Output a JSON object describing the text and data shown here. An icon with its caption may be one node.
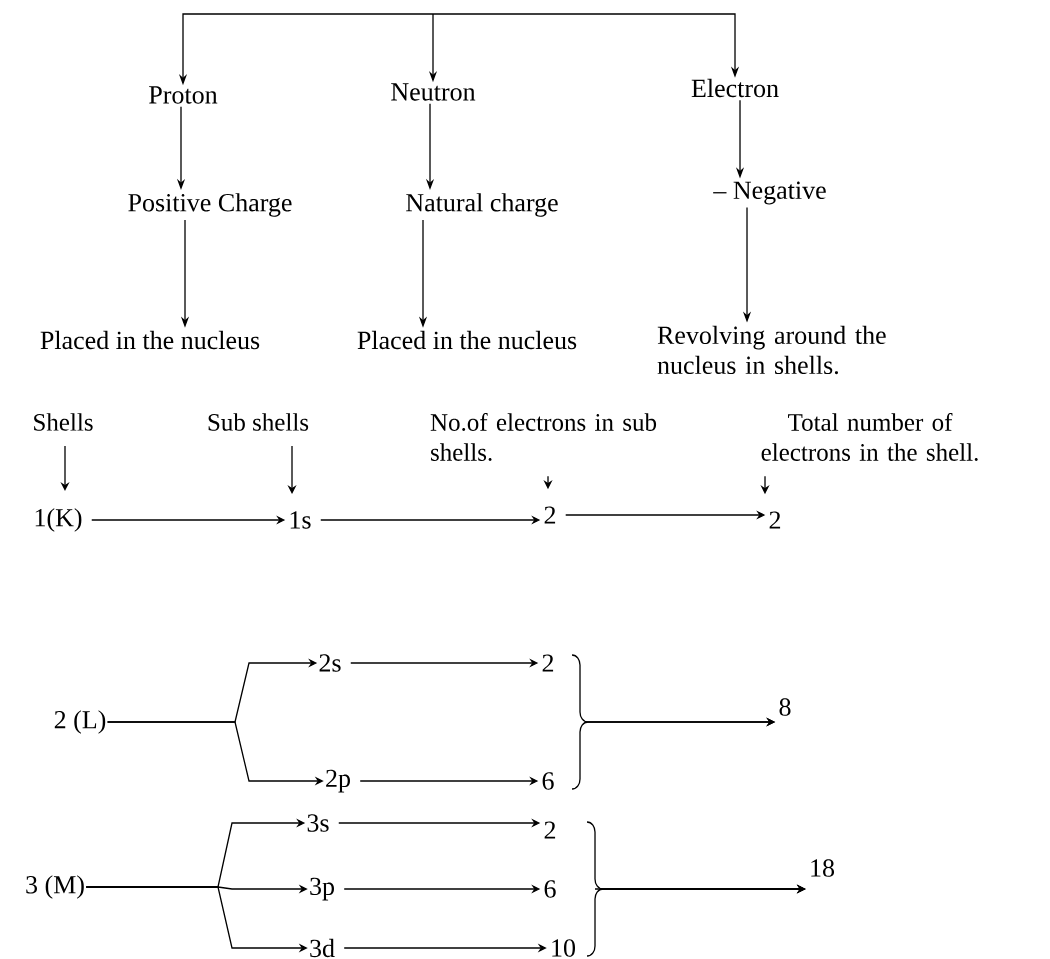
{
  "diagram": {
    "nodes": [
      {
        "text": [
          "Proton"
        ]
      },
      {
        "text": [
          "Neutron"
        ]
      },
      {
        "text": [
          "Electron"
        ]
      },
      {
        "text": [
          "Positive Charge"
        ]
      },
      {
        "text": [
          "Natural charge"
        ]
      },
      {
        "text": [
          "– Negative"
        ]
      },
      {
        "text": [
          "Placed in the nucleus"
        ]
      },
      {
        "text": [
          "Placed in the nucleus"
        ]
      },
      {
        "text": [
          "Revolving around the nucleus in shells."
        ]
      },
      {
        "text": [
          "Shells"
        ]
      },
      {
        "text": [
          "Sub shells"
        ]
      },
      {
        "text": [
          "No.of electrons in sub shells."
        ]
      },
      {
        "text": [
          "Total number of electrons in the shell."
        ]
      },
      {
        "text": [
          "1(K)"
        ]
      },
      {
        "text": [
          "1s"
        ]
      },
      {
        "text": [
          "2"
        ]
      },
      {
        "text": [
          "2"
        ]
      },
      {
        "text": [
          "2 (L)"
        ]
      },
      {
        "text": [
          "2s"
        ]
      },
      {
        "text": [
          "2"
        ]
      },
      {
        "text": [
          "2p"
        ]
      },
      {
        "text": [
          "6"
        ]
      },
      {
        "text": [
          "8"
        ]
      },
      {
        "text": [
          "3 (M)"
        ]
      },
      {
        "text": [
          "3s"
        ]
      },
      {
        "text": [
          "2"
        ]
      },
      {
        "text": [
          "3p"
        ]
      },
      {
        "text": [
          "6"
        ]
      },
      {
        "text": [
          "3d"
        ]
      },
      {
        "text": [
          "10"
        ]
      },
      {
        "text": [
          "18"
        ]
      }
    ],
    "edges": [
      {
        "from": null,
        "to": 0,
        "arrow": "to"
      },
      {
        "from": null,
        "to": 1,
        "arrow": "to"
      },
      {
        "from": null,
        "to": 2,
        "arrow": "to"
      },
      {
        "from": 0,
        "to": 3,
        "arrow": "to"
      },
      {
        "from": 3,
        "to": 6,
        "arrow": "to"
      },
      {
        "from": 1,
        "to": 4,
        "arrow": "to"
      },
      {
        "from": 4,
        "to": 7,
        "arrow": "to"
      },
      {
        "from": 2,
        "to": 5,
        "arrow": "to"
      },
      {
        "from": 5,
        "to": 8,
        "arrow": "to"
      },
      {
        "from": 9,
        "to": 13,
        "arrow": "to"
      },
      {
        "from": 10,
        "to": 14,
        "arrow": "to"
      },
      {
        "from": 11,
        "to": 15,
        "arrow": "to"
      },
      {
        "from": 12,
        "to": 16,
        "arrow": "to"
      },
      {
        "from": 13,
        "to": 14,
        "arrow": "to"
      },
      {
        "from": 14,
        "to": 15,
        "arrow": "to"
      },
      {
        "from": 15,
        "to": 16,
        "arrow": "to"
      },
      {
        "from": 17,
        "to": 18,
        "arrow": "to"
      },
      {
        "from": 17,
        "to": 20,
        "arrow": "to"
      },
      {
        "from": 18,
        "to": 19,
        "arrow": "to"
      },
      {
        "from": 20,
        "to": 21,
        "arrow": "to"
      },
      {
        "from": 19,
        "to": 22,
        "arrow": "to"
      },
      {
        "from": 21,
        "to": 22,
        "arrow": "to"
      },
      {
        "from": 23,
        "to": 24,
        "arrow": "to"
      },
      {
        "from": 23,
        "to": 26,
        "arrow": "to"
      },
      {
        "from": 23,
        "to": 28,
        "arrow": "to"
      },
      {
        "from": 24,
        "to": 25,
        "arrow": "to"
      },
      {
        "from": 26,
        "to": 27,
        "arrow": "to"
      },
      {
        "from": 28,
        "to": 29,
        "arrow": "to"
      },
      {
        "from": 25,
        "to": 30,
        "arrow": "to"
      },
      {
        "from": 27,
        "to": 30,
        "arrow": "to"
      },
      {
        "from": 29,
        "to": 30,
        "arrow": "to"
      }
    ]
  }
}
